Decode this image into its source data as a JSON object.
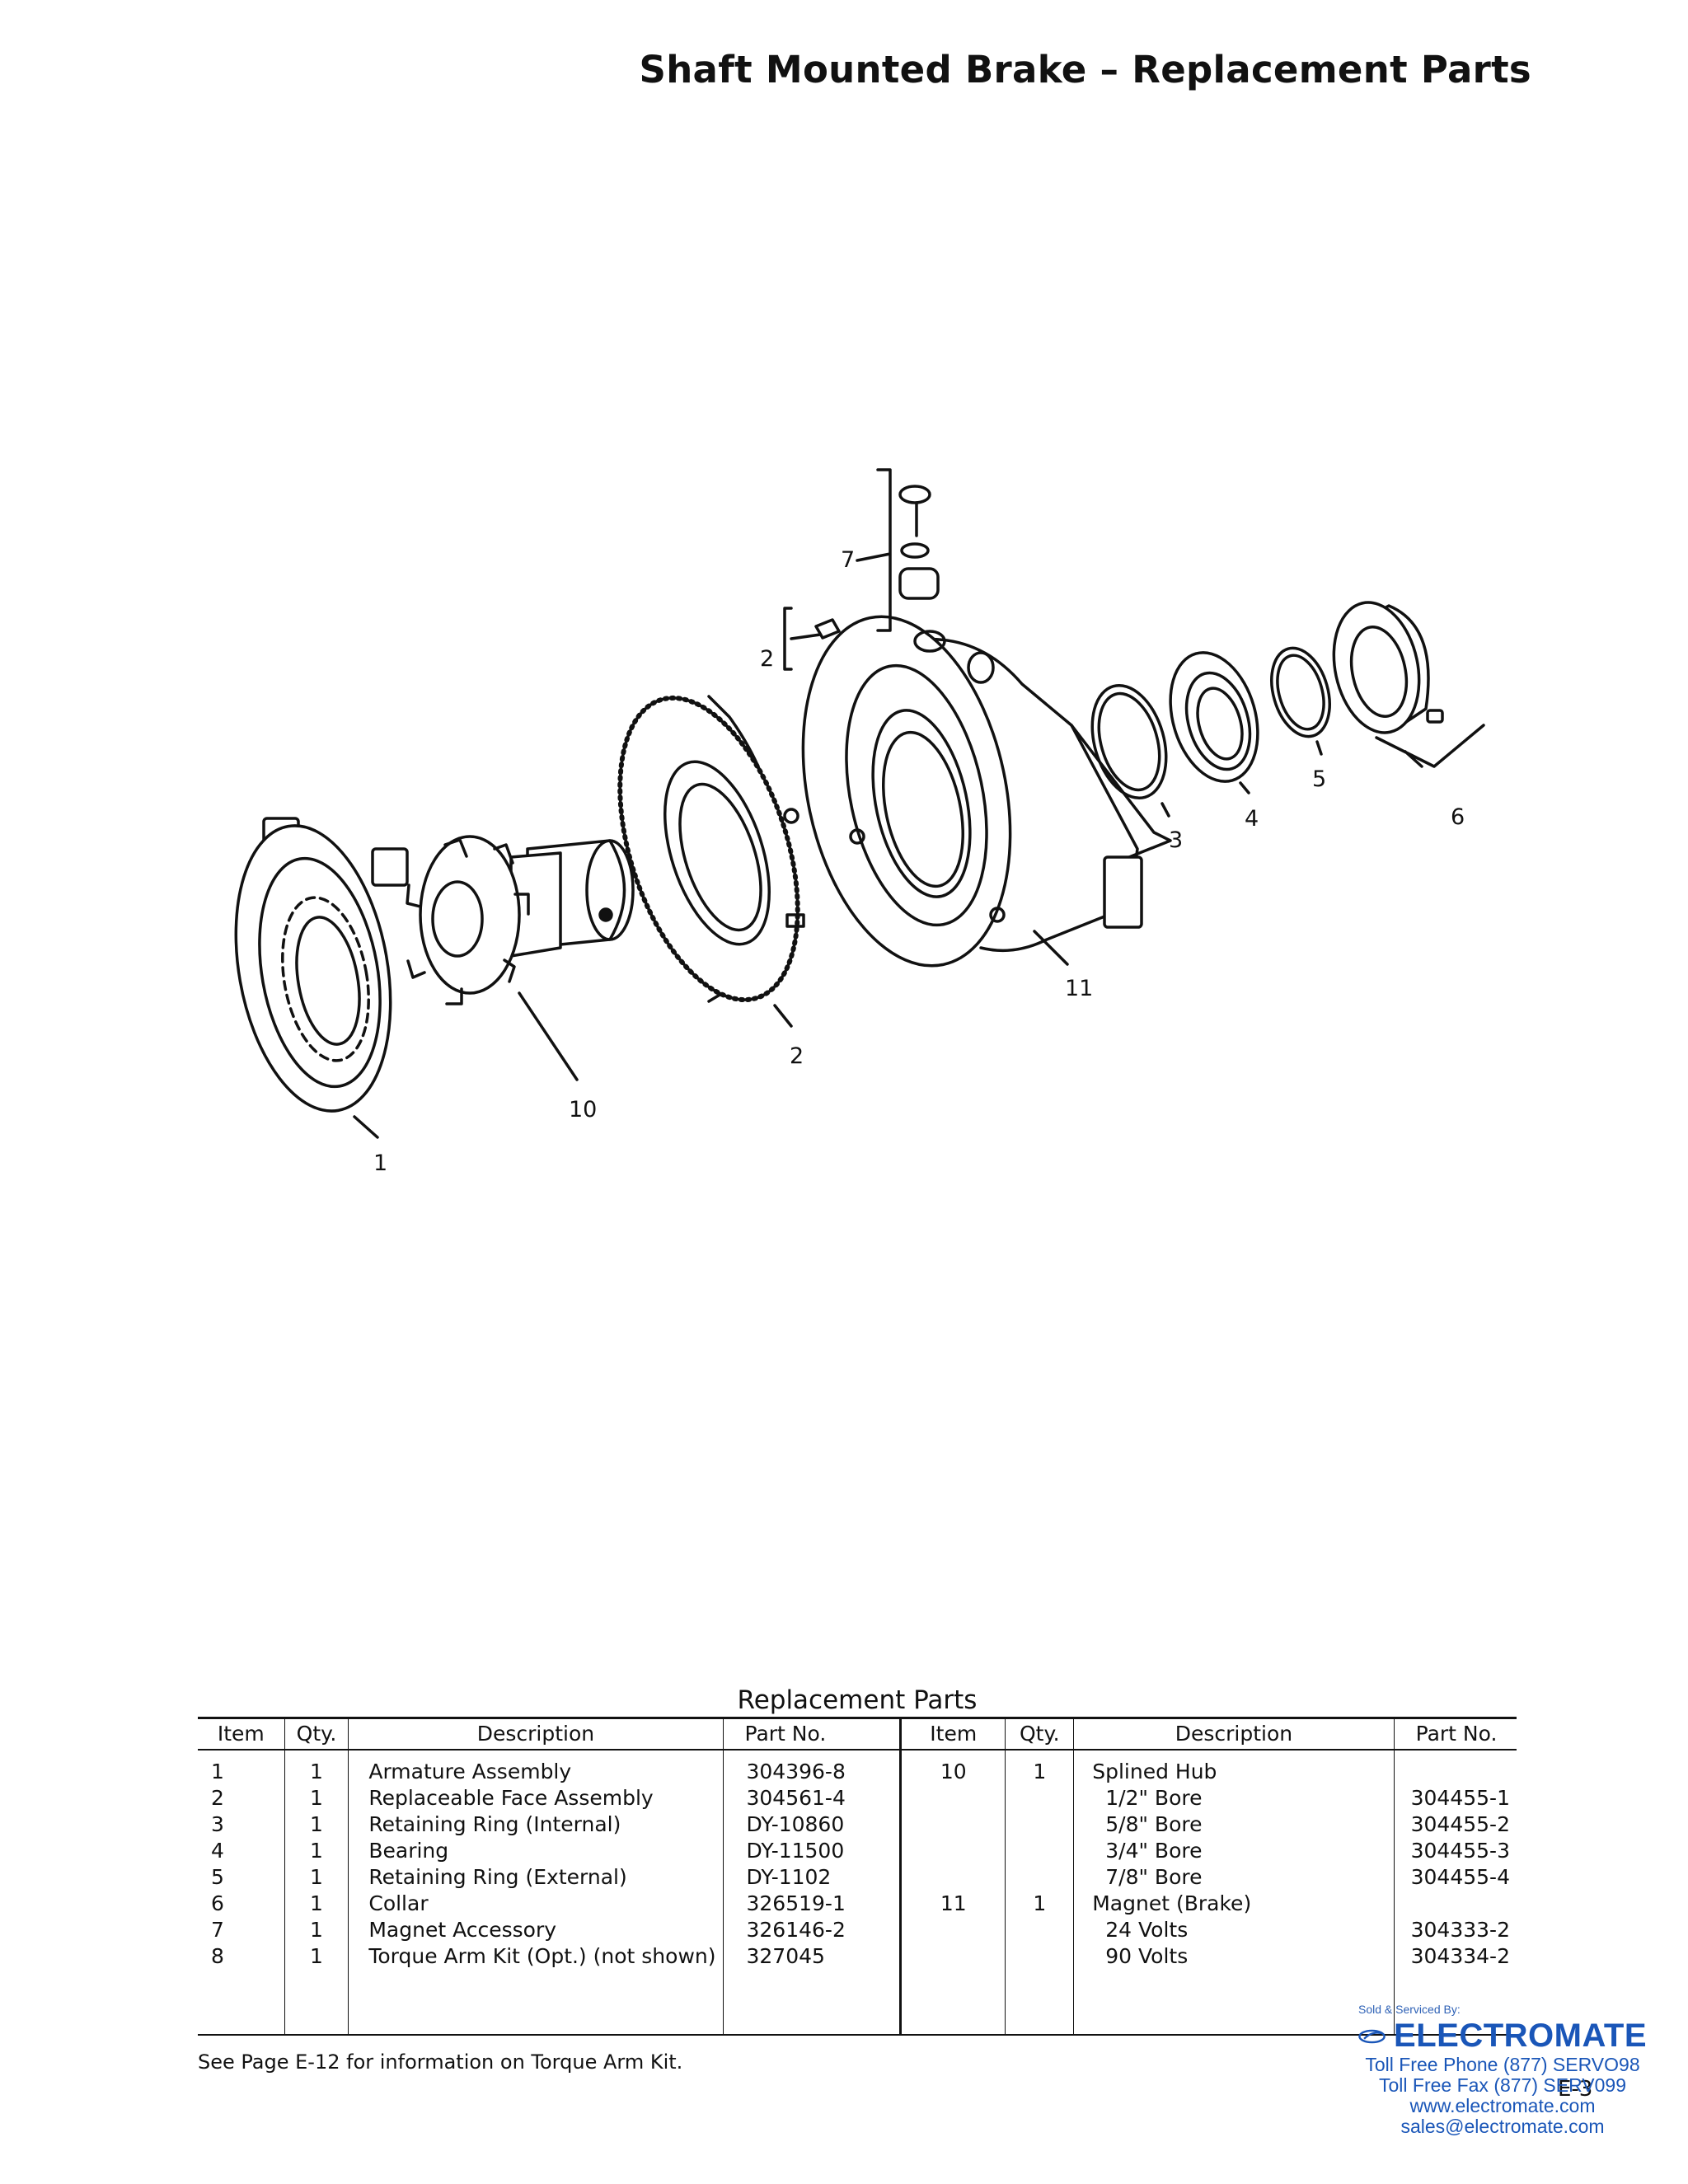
{
  "page_title": "Shaft Mounted Brake – Replacement Parts",
  "diagram": {
    "callouts": [
      "1",
      "10",
      "2",
      "2",
      "11",
      "7",
      "3",
      "4",
      "5",
      "6"
    ]
  },
  "table": {
    "caption": "Replacement Parts",
    "headers": [
      "Item",
      "Qty.",
      "Description",
      "Part No.",
      "Item",
      "Qty.",
      "Description",
      "Part No."
    ],
    "left": {
      "items": [
        "1",
        "2",
        "3",
        "4",
        "5",
        "6",
        "7",
        "8"
      ],
      "qty": [
        "1",
        "1",
        "1",
        "1",
        "1",
        "1",
        "1",
        "1"
      ],
      "descriptions": [
        "Armature Assembly",
        "Replaceable Face Assembly",
        "Retaining Ring (Internal)",
        "Bearing",
        "Retaining Ring (External)",
        "Collar",
        "Magnet Accessory",
        "Torque Arm Kit (Opt.) (not shown)"
      ],
      "parts": [
        "304396-8",
        "304561-4",
        "DY-10860",
        "DY-11500",
        "DY-1102",
        "326519-1",
        "326146-2",
        "327045"
      ]
    },
    "right": {
      "items": [
        "10",
        "",
        "",
        "",
        "",
        "11",
        "",
        ""
      ],
      "qty": [
        "1",
        "",
        "",
        "",
        "",
        "1",
        "",
        ""
      ],
      "descriptions": [
        "Splined Hub",
        "1/2\" Bore",
        "5/8\" Bore",
        "3/4\" Bore",
        "7/8\" Bore",
        "Magnet (Brake)",
        "24 Volts",
        "90 Volts"
      ],
      "parts": [
        "",
        "304455-1",
        "304455-2",
        "304455-3",
        "304455-4",
        "",
        "304333-2",
        "304334-2"
      ]
    }
  },
  "footnote": "See Page E-12 for information on Torque Arm Kit.",
  "page_number": "E-3",
  "dealer": {
    "sold_by": "Sold & Serviced By:",
    "brand": "ELECTROMATE",
    "phone": "Toll Free Phone  (877) SERVO98",
    "fax": "Toll Free Fax  (877) SERV099",
    "web": "www.electromate.com",
    "email": "sales@electromate.com",
    "brand_color": "#1a56b8"
  }
}
